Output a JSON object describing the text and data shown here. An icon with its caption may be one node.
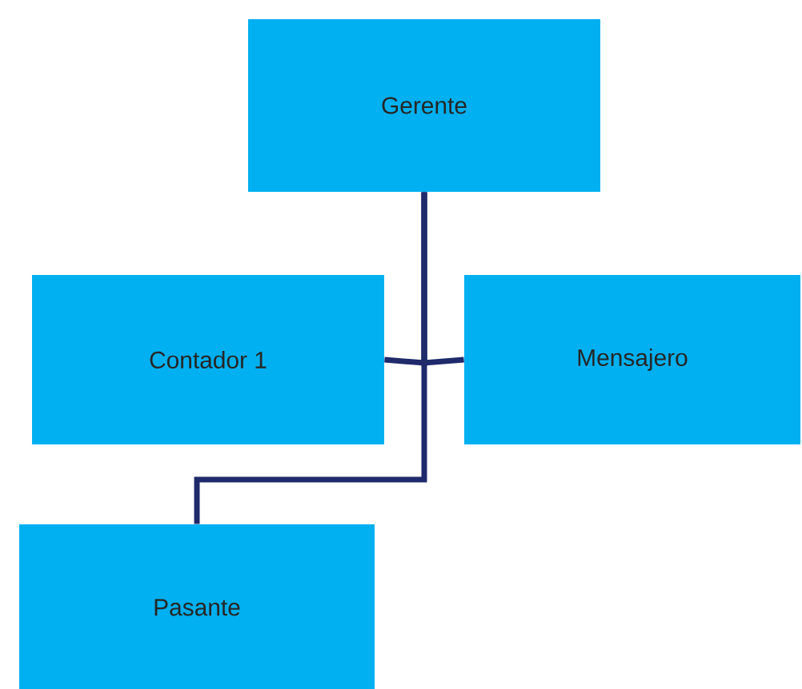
{
  "diagram": {
    "nodes": [
      {
        "text": [
          "Gerente"
        ]
      },
      {
        "text": [
          "Contador 1"
        ]
      },
      {
        "text": [
          "Mensajero"
        ]
      },
      {
        "text": [
          "Pasante"
        ]
      }
    ],
    "edges": [
      {
        "from": 0,
        "to": 1,
        "arrow": "none"
      },
      {
        "from": 0,
        "to": 2,
        "arrow": "none"
      },
      {
        "from": 0,
        "to": 3,
        "arrow": "none"
      }
    ]
  }
}
